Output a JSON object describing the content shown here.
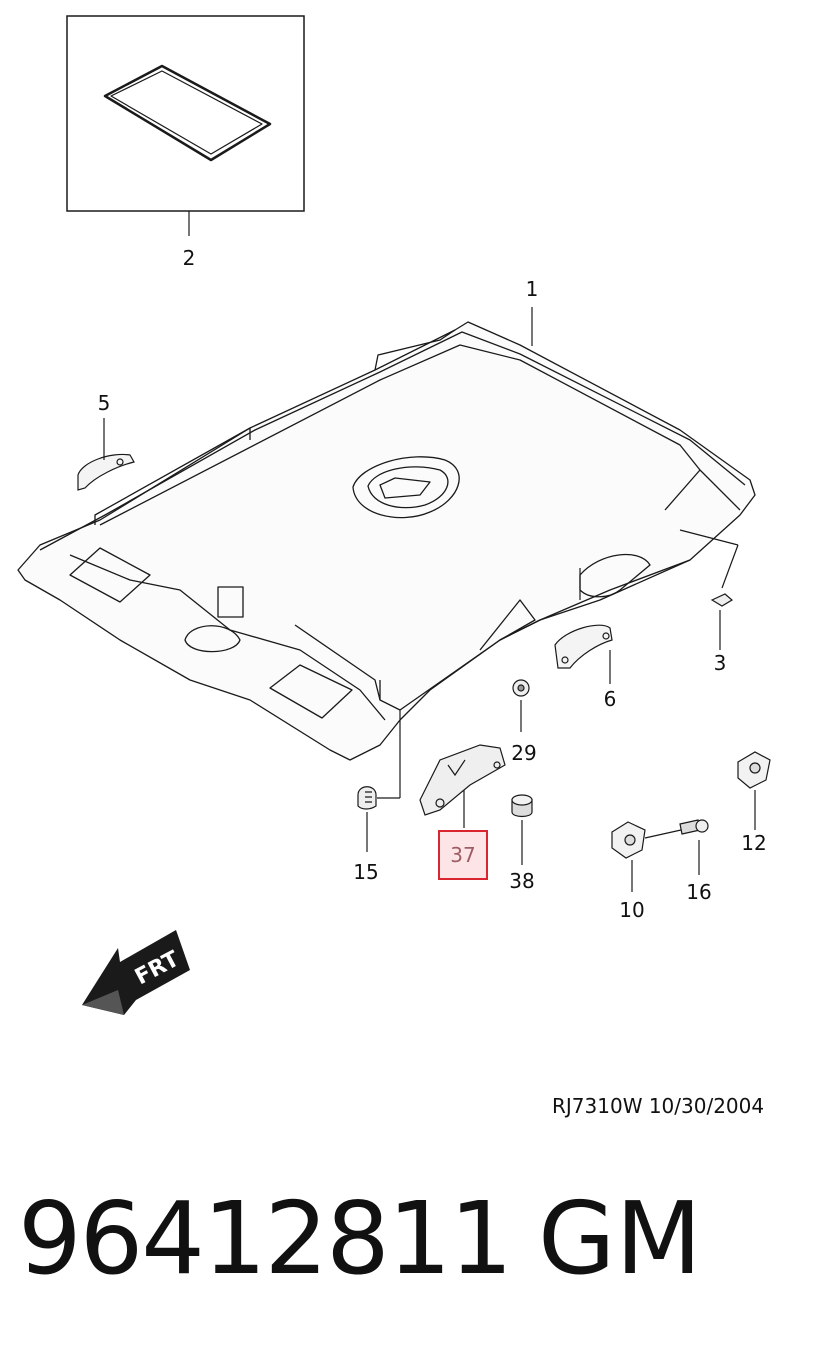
{
  "callouts": {
    "c1": "1",
    "c2": "2",
    "c3": "3",
    "c5": "5",
    "c6": "6",
    "c10": "10",
    "c12": "12",
    "c15": "15",
    "c16": "16",
    "c29": "29",
    "c37": "37",
    "c38": "38"
  },
  "arrow_label": "FRT",
  "footer_code": "RJ7310W  10/30/2004",
  "part_number": "96412811",
  "brand": "GM",
  "colors": {
    "highlight_border": "#d9252f",
    "highlight_fill": "#fde4e6",
    "line": "#1a1a1a"
  }
}
